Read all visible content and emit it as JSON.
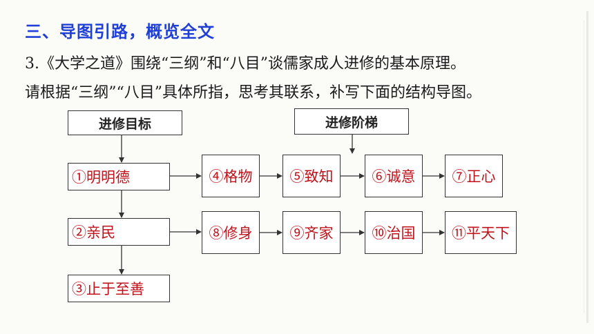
{
  "section": {
    "heading": "三、导图引路，概览全文"
  },
  "question": {
    "line1": "3.《大学之道》围绕“三纲”和“八目”谈儒家成人进修的基本原理。",
    "line2": "请根据“三纲”“八目”具体所指，思考其联系，补写下面的结构导图。"
  },
  "diagram": {
    "goal_header": "进修目标",
    "steps_header": "进修阶梯",
    "goals": [
      "①明明德",
      "②亲民",
      "③止于至善"
    ],
    "row1": [
      "④格物",
      "⑤致知",
      "⑥诚意",
      "⑦正心"
    ],
    "row2": [
      "⑧修身",
      "⑨齐家",
      "⑩治国",
      "⑪平天下"
    ],
    "answer_color": "#c0121b",
    "heading_color": "#1f3fd6"
  }
}
